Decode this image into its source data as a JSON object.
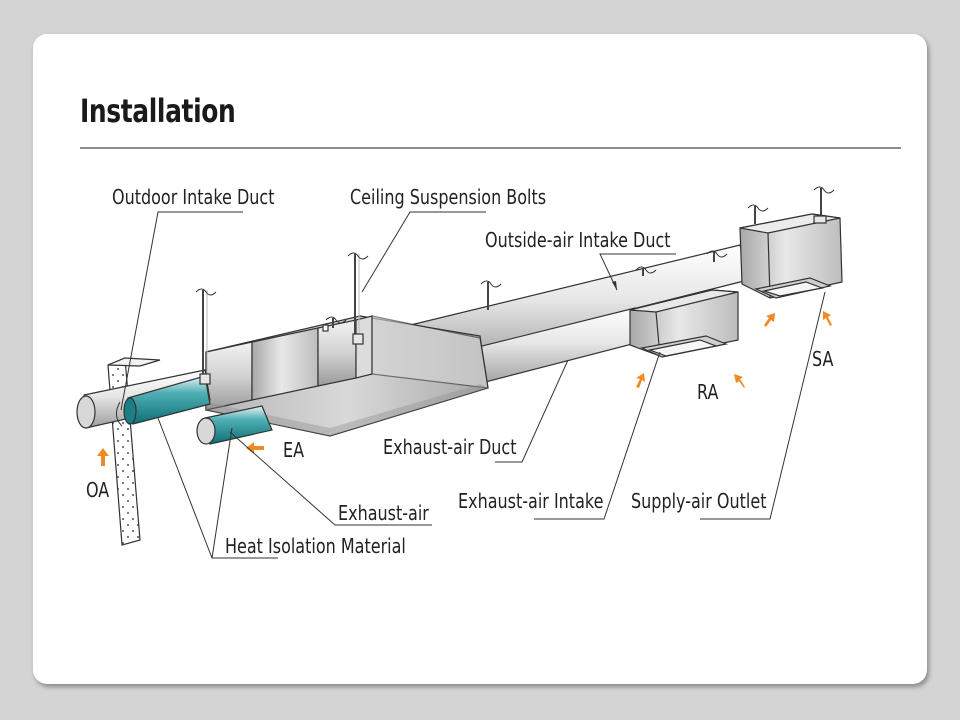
{
  "page": {
    "title": "Installation"
  },
  "diagram": {
    "labels": {
      "outdoor_intake_duct": "Outdoor Intake Duct",
      "ceiling_suspension_bolts": "Ceiling Suspension Bolts",
      "outside_air_intake_duct": "Outside-air Intake Duct",
      "exhaust_air_duct": "Exhaust-air Duct",
      "exhaust_air_intake": "Exhaust-air Intake",
      "supply_air_outlet": "Supply-air Outlet",
      "exhaust_air": "Exhaust-air",
      "heat_isolation_material": "Heat Isolation Material"
    },
    "flow_labels": {
      "oa": "OA",
      "ea": "EA",
      "ra": "RA",
      "sa": "SA"
    },
    "colors": {
      "insulation": "#1e8f96",
      "arrow": "#f08a24",
      "metal": "#c8c8c8"
    }
  }
}
